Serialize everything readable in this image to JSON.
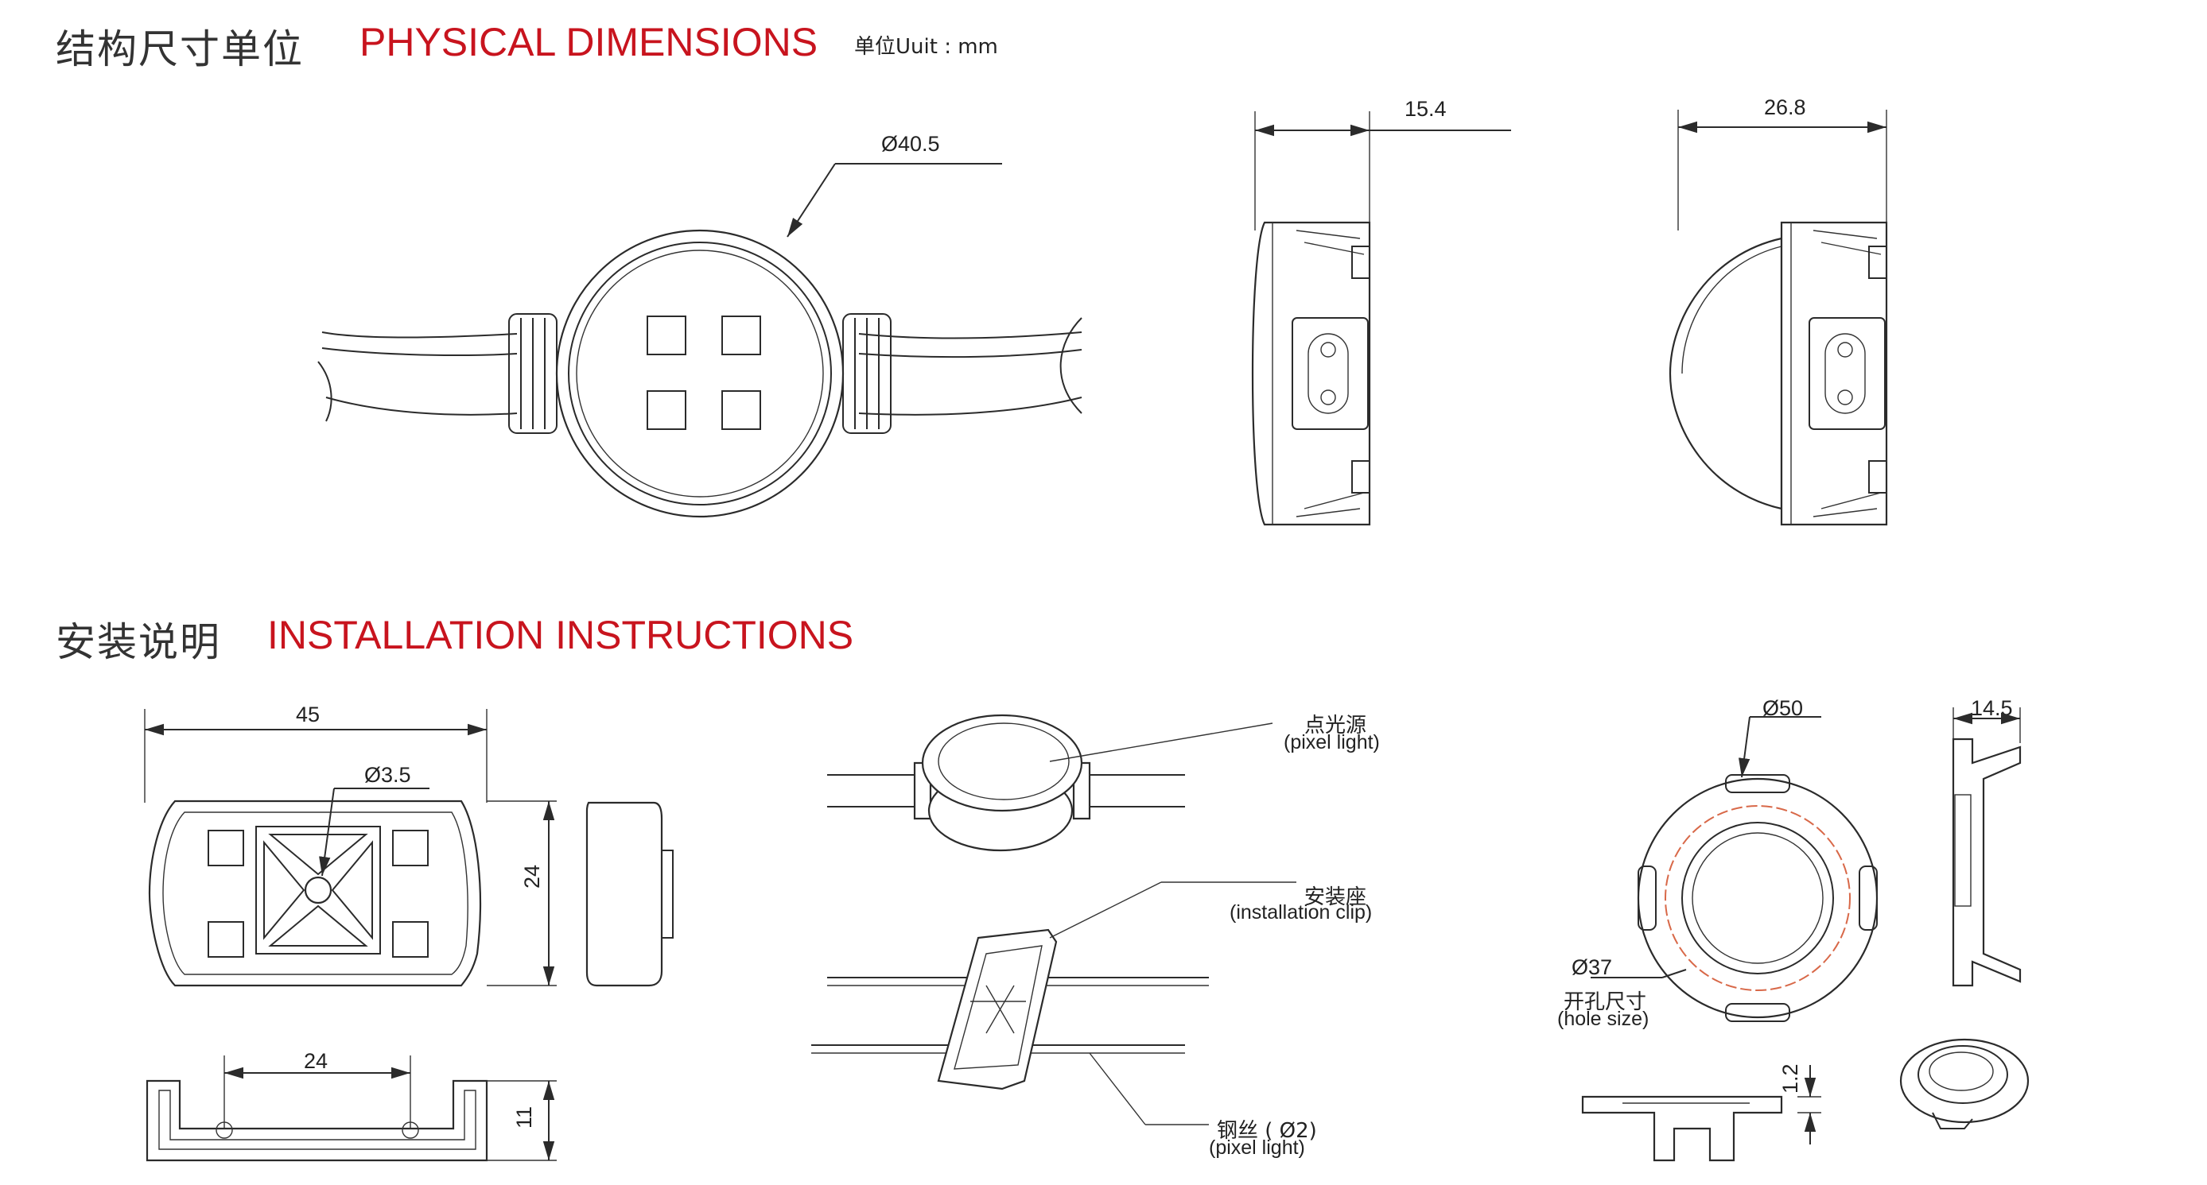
{
  "sections": {
    "physical": {
      "title_cn": "结构尺寸单位",
      "title_en": "PHYSICAL DIMENSIONS",
      "unit": "单位Uuit : mm"
    },
    "installation": {
      "title_cn": "安装说明",
      "title_en": "INSTALLATION INSTRUCTIONS"
    }
  },
  "physical_views": {
    "front_diameter": "Ø40.5",
    "side_thickness": "15.4",
    "dome_height": "26.8"
  },
  "clip_views": {
    "width": "45",
    "hole_diameter": "Ø3.5",
    "height": "24",
    "bottom_span": "24",
    "bottom_height": "11"
  },
  "assembly_labels": {
    "pixel_light_cn": "点光源",
    "pixel_light_en": "(pixel light)",
    "clip_cn": "安装座",
    "clip_en": "(installation clip)",
    "wire_cn": "钢丝 ( Ø2)",
    "wire_en": "(pixel light)"
  },
  "mount_views": {
    "outer_diameter": "Ø50",
    "depth": "14.5",
    "hole_diameter": "Ø37",
    "hole_cn": "开孔尺寸",
    "hole_en": "(hole size)",
    "flange": "1.2"
  },
  "colors": {
    "title_red": "#c8141e",
    "line": "#2b2b2b",
    "hole_marker": "#d86848"
  }
}
